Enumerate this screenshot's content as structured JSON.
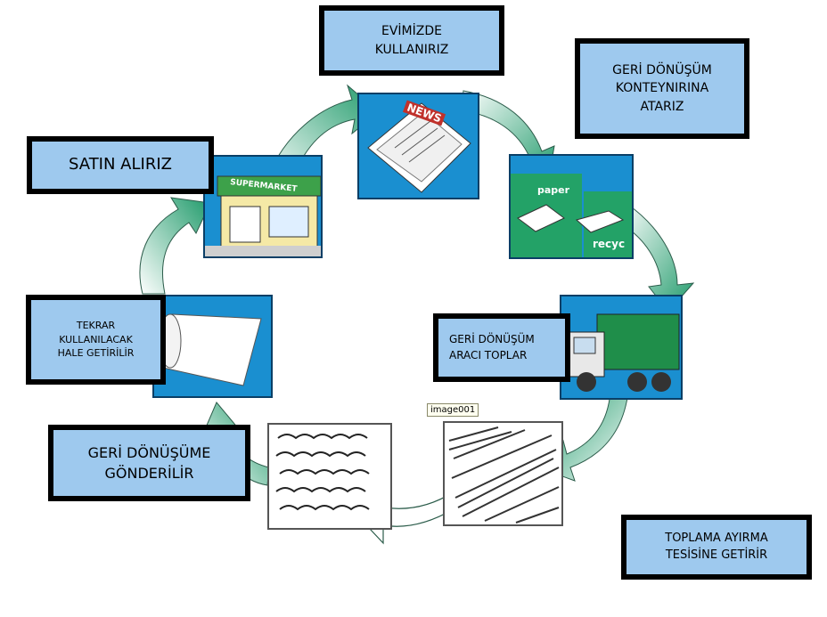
{
  "labels": {
    "buy": "SATIN ALIRIZ",
    "use": "EVİMİZDE\nKULLANIRIZ",
    "container": "GERİ DÖNÜŞÜM\nKONTEYNIRINA\nATARIZ",
    "truck": "GERİ DÖNÜŞÜM\nARACI TOPLAR",
    "facility": "TOPLAMA AYIRMA\nTESİSİNE GETİRİR",
    "sent": "GERİ DÖNÜŞÜME\nGÖNDERİLİR",
    "reuse": "TEKRAR\nKULLANILACAK\nHALE GETİRİLİR"
  },
  "image_text": {
    "supermarket_sign": "SUPERMARKET",
    "news_headline": "NEWS",
    "paper_bin": "paper",
    "recycle_bin": "recyc"
  },
  "tooltip": "image001",
  "colors": {
    "label_fill": "#9ec9ee",
    "label_border": "#000000",
    "picture_blue": "#1a8fd0",
    "arrow_green": "#2fa877"
  }
}
